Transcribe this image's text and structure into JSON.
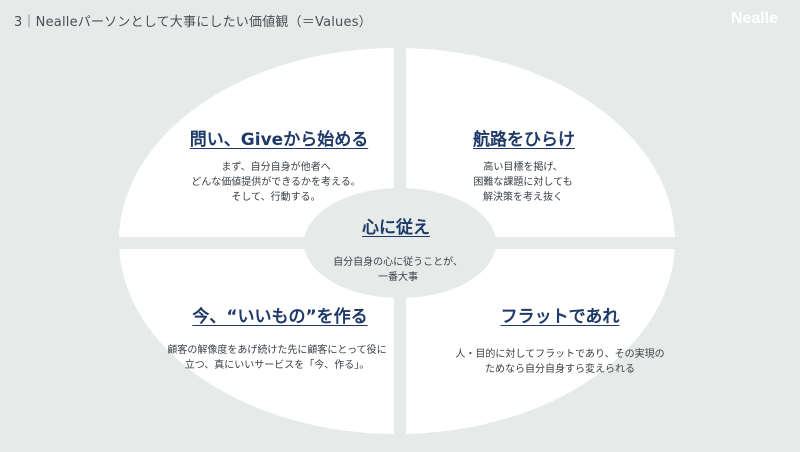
{
  "header": {
    "title": "3｜Nealleパーソンとして大事にしたい価値観（＝Values）",
    "logo": "Nealle"
  },
  "colors": {
    "background": "#e6ebea",
    "ellipse": "#ffffff",
    "center_circle": "#e6ebea",
    "title_text": "#1f3a68",
    "body_text": "#3a3f45"
  },
  "values": {
    "top_left": {
      "title": "問い、Giveから始める",
      "desc": [
        "まず、自分自身が他者へ",
        "どんな価値提供ができるかを考える。",
        "そして、行動する。"
      ]
    },
    "top_right": {
      "title": "航路をひらけ",
      "desc": [
        "高い目標を掲げ、",
        "困難な課題に対しても",
        "解決策を考え抜く"
      ]
    },
    "bottom_left": {
      "title": "今、“いいもの”を作る",
      "desc": [
        "顧客の解像度をあげ続けた先に顧客にとって役に",
        "立つ、真にいいサービスを「今、作る」。"
      ]
    },
    "bottom_right": {
      "title": "フラットであれ",
      "desc": [
        "人・目的に対してフラットであり、その実現の",
        "ためなら自分自身すら変えられる"
      ]
    },
    "center": {
      "title": "心に従え",
      "desc": [
        "自分自身の心に従うことが、",
        "一番大事"
      ]
    }
  }
}
